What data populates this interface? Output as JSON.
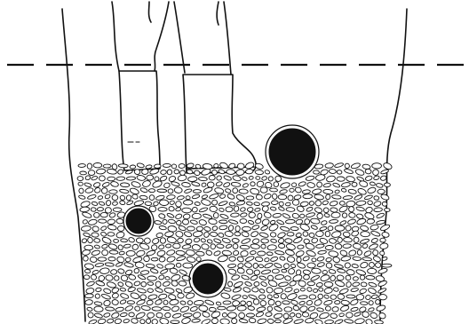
{
  "diagram": {
    "description_items": [
      {
        "id": "water-level-line",
        "kind": "dashed-line"
      },
      {
        "id": "left-boot",
        "kind": "boot"
      },
      {
        "id": "right-boot",
        "kind": "boot"
      },
      {
        "id": "gravel-layer",
        "kind": "gravel"
      },
      {
        "id": "hole-large",
        "kind": "hole"
      },
      {
        "id": "hole-left",
        "kind": "hole"
      },
      {
        "id": "hole-bottom",
        "kind": "hole"
      }
    ],
    "colors": {
      "ink": "#111111",
      "paper": "#ffffff"
    }
  }
}
